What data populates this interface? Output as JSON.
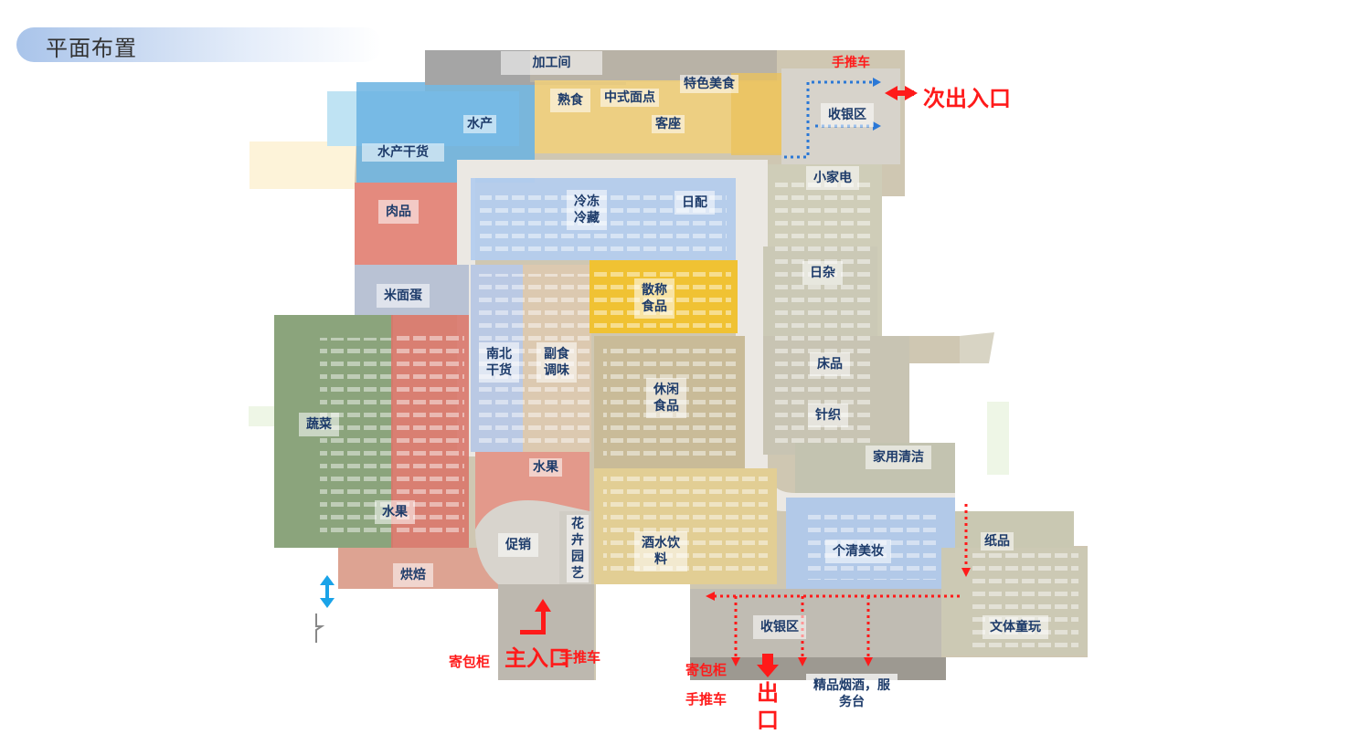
{
  "title": "平面布置",
  "zones": {
    "jiagongjian": "加工间",
    "shuchan": "水产",
    "shuchan_ganhuo": "水产干货",
    "shushi": "熟食",
    "zhongshi_miandian": "中式面点",
    "tese_meishi": "特色美食",
    "kezuo": "客座",
    "shouyinqu_top": "收银区",
    "xiaojiadian": "小家电",
    "roupin": "肉品",
    "lengdong": "冷冻\n冷藏",
    "ripei": "日配",
    "riza": "日杂",
    "mimiandan": "米面蛋",
    "sancheng": "散称\n食品",
    "nanbei": "南北\n干货",
    "fushi": "副食\n调味",
    "chuangpin": "床品",
    "xiuxian": "休闲\n食品",
    "zhenzhi": "针织",
    "shucai": "蔬菜",
    "shuiguo_mid": "水果",
    "jiayong_qingjie": "家用清洁",
    "shuiguo_left": "水果",
    "huahui": "花\n卉\n园\n艺",
    "cuxiao": "促销",
    "jiushui": "酒水饮\n料",
    "geqing_meizhuang": "个清美妆",
    "zhipin": "纸品",
    "hongbei": "烘焙",
    "shouyinqu_bottom": "收银区",
    "wenti_tongwan": "文体童玩",
    "jingpin_yanjiu": "精品烟酒，服\n务台"
  },
  "markers": {
    "shoutuiche_top": "手推车",
    "ci_churukou": "次出入口",
    "jibaogui_left": "寄包柜",
    "zhu_rukou": "主入口",
    "shoutuiche_left": "手推车",
    "jibaogui_right": "寄包柜",
    "shoutuiche_right": "手推车",
    "chukou": "出\n口"
  },
  "colors": {
    "red": "#ff1a1a",
    "aquatic": "#5aa9dc",
    "meat": "#e27a72",
    "deli": "#f2d079",
    "cold": "#aac6ea",
    "bulk": "#f0c233",
    "fresh": "#8aa87c",
    "grocery": "#d2c39b",
    "corridor": "#e9e6e1"
  }
}
